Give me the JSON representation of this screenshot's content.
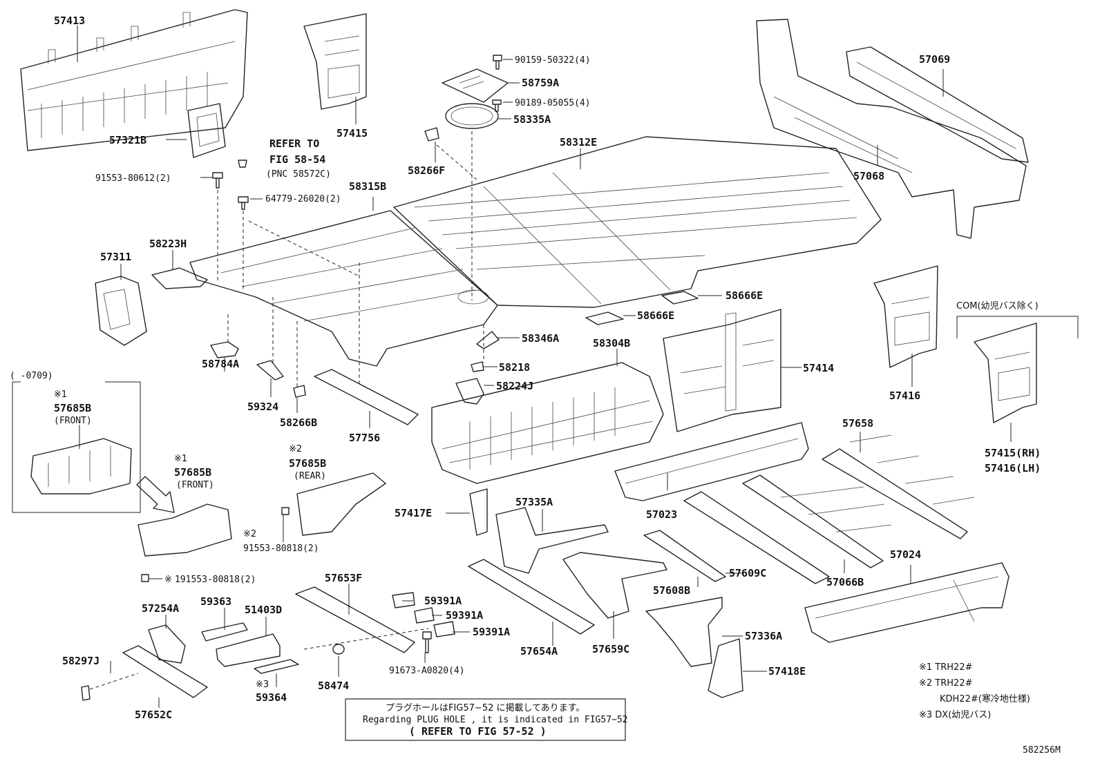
{
  "diagram_id": "582256M",
  "note_box": {
    "line1": "プラグホールはFIG57−52 に掲載してあります。",
    "line2": "Regarding PLUG HOLE , it is indicated in FIG57−52",
    "line3": "( REFER TO FIG 57-52 )"
  },
  "refer_note": {
    "line1": "REFER TO",
    "line2": "FIG 58-54",
    "line3": "(PNC 58572C)"
  },
  "inset": {
    "range": "(    -0709)",
    "mark": "※1",
    "part": "57685B",
    "sub": "(FRONT)"
  },
  "com_label": "COM(幼児バス除く)",
  "footnotes": {
    "n1": "※1 TRH22#",
    "n2": "※2 TRH22#",
    "n2b": "KDH22#(寒冷地仕様)",
    "n3": "※3 DX(幼児バス)"
  },
  "labels": {
    "p57413": "57413",
    "p57415": "57415",
    "p57321B": "57321B",
    "p91553_80612": "91553-80612(2)",
    "p64779": "64779-26020(2)",
    "p58315B": "58315B",
    "p58223H": "58223H",
    "p57311": "57311",
    "p90159": "90159-50322(4)",
    "p58759A": "58759A",
    "p90189": "90189-05055(4)",
    "p58335A": "58335A",
    "p58266F": "58266F",
    "p58312E": "58312E",
    "p57069": "57069",
    "p57068": "57068",
    "p58666E_a": "58666E",
    "p58666E_b": "58666E",
    "p58346A": "58346A",
    "p58218": "58218",
    "p58224J": "58224J",
    "p58304B": "58304B",
    "p57414": "57414",
    "p57416": "57416",
    "p57415RH": "57415(RH)",
    "p57416LH": "57416(LH)",
    "p58784A": "58784A",
    "p59324": "59324",
    "p58266B": "58266B",
    "p57756": "57756",
    "p57658": "57658",
    "p57685B_rear": "57685B",
    "p57685B_rear_sub": "(REAR)",
    "p57685B_front": "57685B",
    "p57685B_front_sub": "(FRONT)",
    "p91553_80818": "91553-80818(2)",
    "p191553": "191553-80818(2)",
    "p57417E": "57417E",
    "p57335A": "57335A",
    "p57023": "57023",
    "p57024": "57024",
    "p57653F": "57653F",
    "p59391A_a": "59391A",
    "p59391A_b": "59391A",
    "p59391A_c": "59391A",
    "p57254A": "57254A",
    "p59363": "59363",
    "p51403D": "51403D",
    "p57609C": "57609C",
    "p57608B": "57608B",
    "p57066B": "57066B",
    "p57654A": "57654A",
    "p57659C": "57659C",
    "p57336A": "57336A",
    "p57418E": "57418E",
    "p58297J": "58297J",
    "p57652C": "57652C",
    "p59364": "59364",
    "p58474": "58474",
    "p91673": "91673-A0820(4)",
    "mark1a": "※1",
    "mark2a": "※2",
    "mark2b": "※2",
    "mark1b": "※",
    "mark3": "※3"
  }
}
